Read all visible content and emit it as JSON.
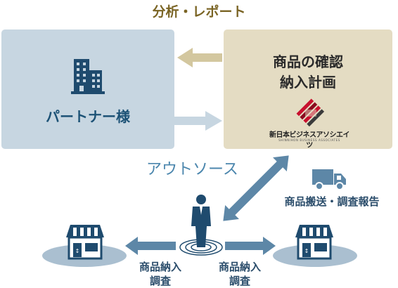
{
  "title": "分析・レポート",
  "partner": {
    "label": "パートナー様"
  },
  "nbs": {
    "line1": "商品の確認",
    "line2": "納入計画",
    "company_name": "新日本ビジネスアソシエイツ",
    "company_subtitle": "SHINNIHON BUSINESS ASSOCIATES"
  },
  "outsource_label": "アウトソース",
  "shipping_label": "商品搬送・調査報告",
  "survey_left": {
    "line1": "商品納入",
    "line2": "調査"
  },
  "survey_right": {
    "line1": "商品納入",
    "line2": "調査"
  },
  "colors": {
    "partner_box": "#c7d6e1",
    "nbs_box": "#e4dcc3",
    "arrow_gold": "#d3c79f",
    "arrow_blue": "#5d87a7",
    "icon_navy": "#1f4b6e",
    "shadow": "#aabfd0"
  },
  "icons": [
    "building-icon",
    "company-logo",
    "truck-icon",
    "person-icon",
    "store-icon"
  ]
}
